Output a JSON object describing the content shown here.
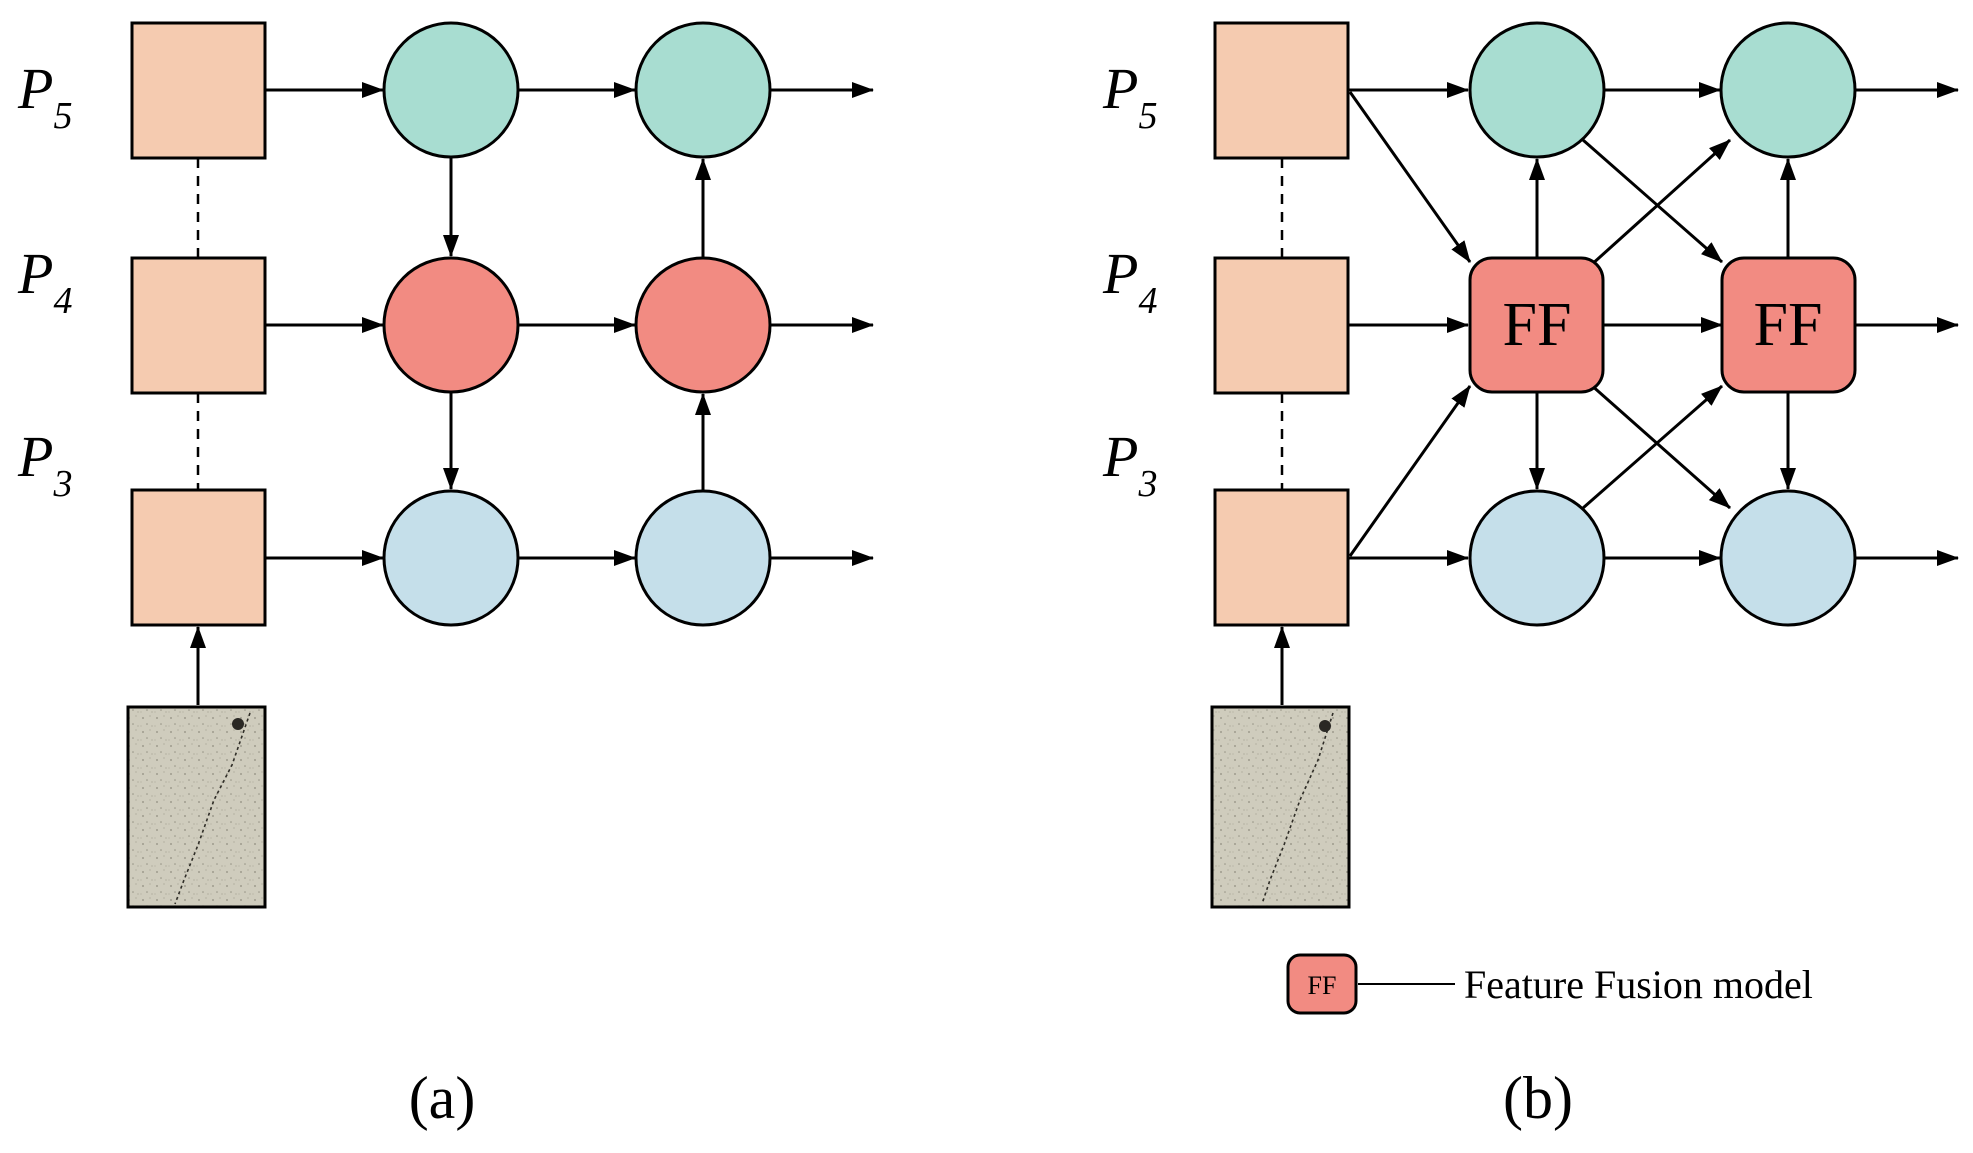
{
  "colors": {
    "square_fill": "#F5CBB0",
    "green_node": "#A8DDD1",
    "red_node": "#F28B82",
    "blue_node": "#C5DFEA",
    "stroke": "#000000",
    "image_tint": "#CFCCBD"
  },
  "panel_a": {
    "caption": "(a)",
    "level_labels": [
      {
        "letter": "P",
        "sub": "5"
      },
      {
        "letter": "P",
        "sub": "4"
      },
      {
        "letter": "P",
        "sub": "3"
      }
    ]
  },
  "panel_b": {
    "caption": "(b)",
    "level_labels": [
      {
        "letter": "P",
        "sub": "5"
      },
      {
        "letter": "P",
        "sub": "4"
      },
      {
        "letter": "P",
        "sub": "3"
      }
    ],
    "ff_label_1": "FF",
    "ff_label_2": "FF"
  },
  "legend": {
    "ff_symbol": "FF",
    "description": "Feature Fusion model"
  }
}
